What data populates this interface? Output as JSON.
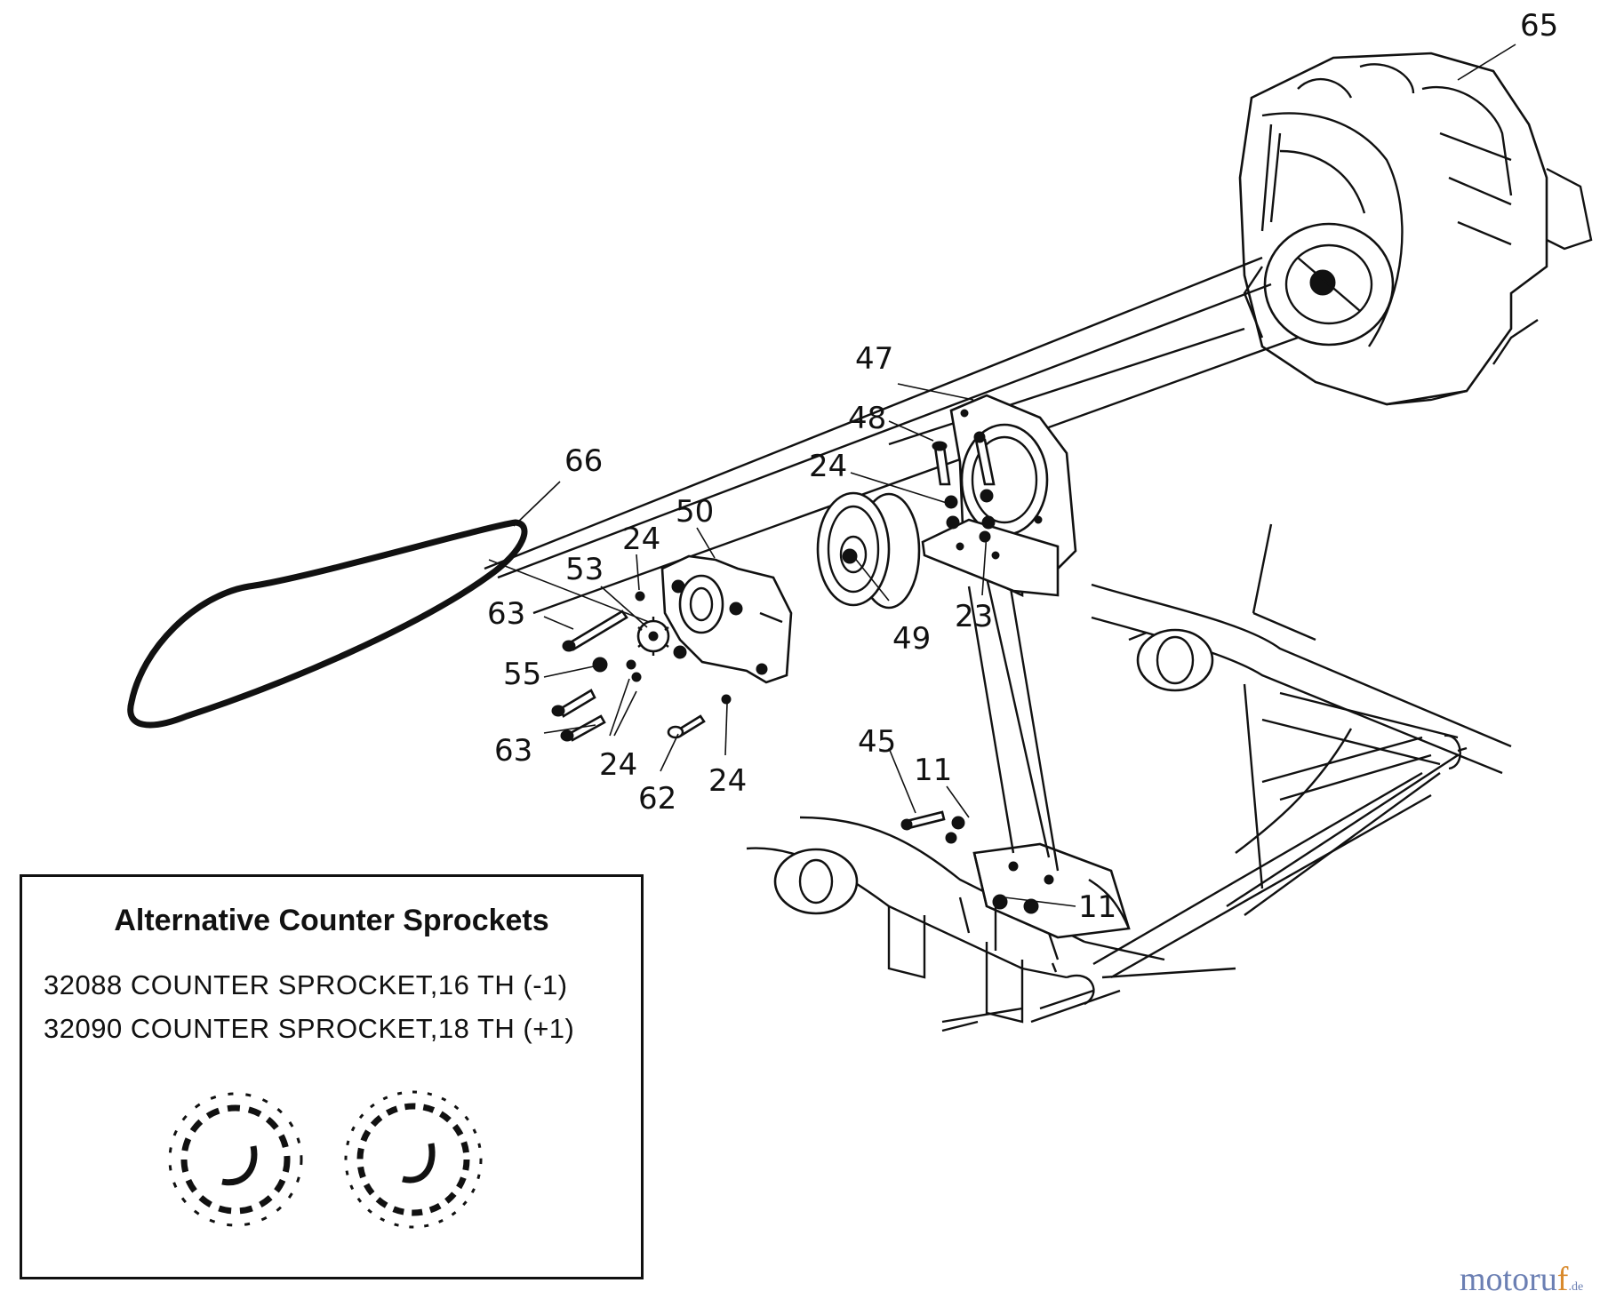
{
  "callouts": {
    "c65": "65",
    "c47": "47",
    "c48": "48",
    "c24a": "24",
    "c66": "66",
    "c50": "50",
    "c24b": "24",
    "c53": "53",
    "c63a": "63",
    "c55": "55",
    "c63b": "63",
    "c24c": "24",
    "c62": "62",
    "c24d": "24",
    "c49": "49",
    "c23": "23",
    "c45": "45",
    "c11a": "11",
    "c11b": "11"
  },
  "alternatives": {
    "title": "Alternative Counter Sprockets",
    "items": [
      "32088 COUNTER SPROCKET,16 TH (-1)",
      "32090 COUNTER SPROCKET,18 TH (+1)"
    ]
  },
  "watermark": {
    "main": "motoru",
    "accent": "f",
    "suffix": ".de"
  }
}
